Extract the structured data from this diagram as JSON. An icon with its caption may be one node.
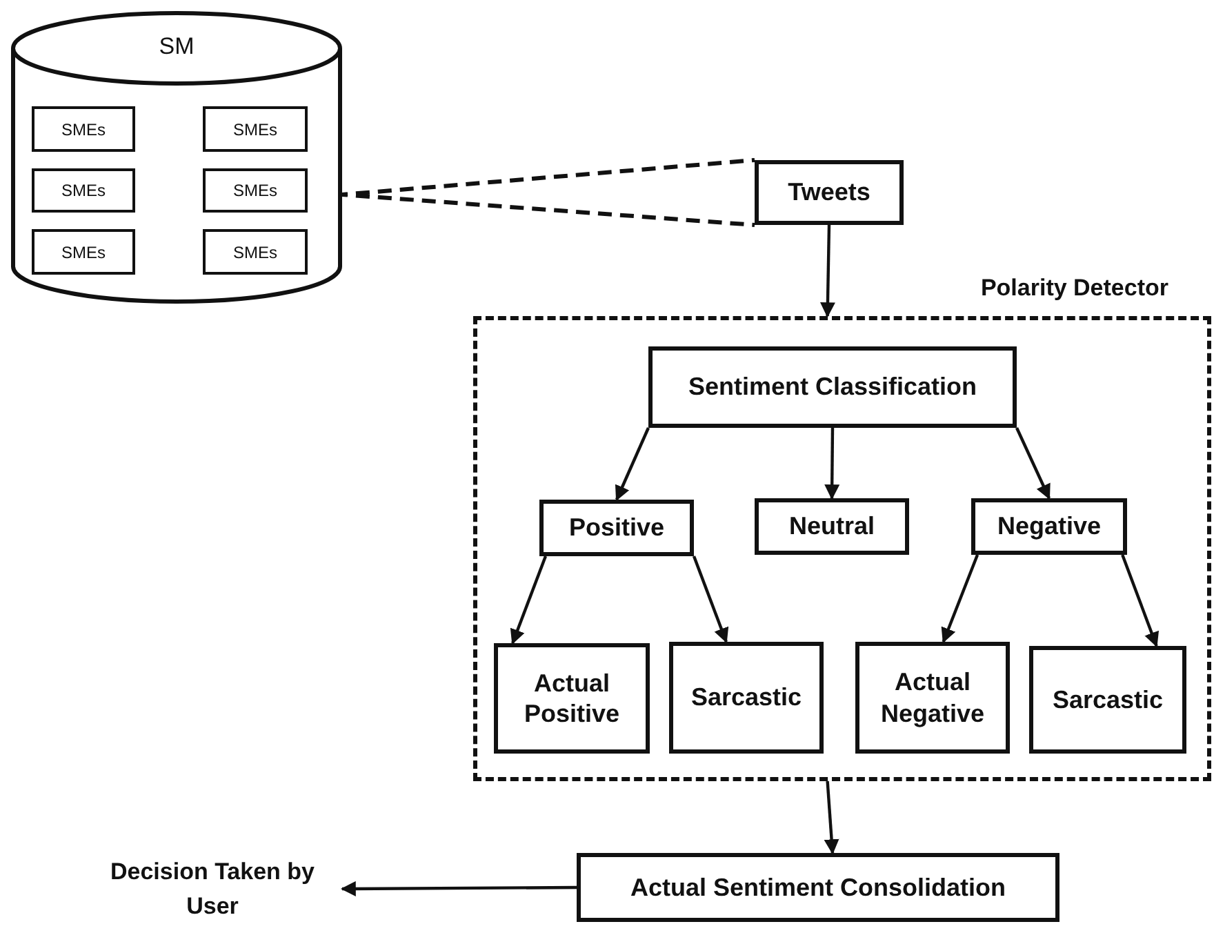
{
  "diagram": {
    "nodes": [
      {
        "text": [
          "SM"
        ]
      },
      {
        "text": [
          "SMEs"
        ],
        "in": 0
      },
      {
        "text": [
          "SMEs"
        ],
        "in": 0
      },
      {
        "text": [
          "SMEs"
        ],
        "in": 0
      },
      {
        "text": [
          "SMEs"
        ],
        "in": 0
      },
      {
        "text": [
          "SMEs"
        ],
        "in": 0
      },
      {
        "text": [
          "SMEs"
        ],
        "in": 0
      },
      {
        "text": [
          "Tweets"
        ]
      },
      {
        "text": [
          "Polarity Detector"
        ]
      },
      {
        "text": [
          "Sentiment Classification"
        ],
        "in": 8
      },
      {
        "text": [
          "Positive"
        ],
        "in": 8
      },
      {
        "text": [
          "Neutral"
        ],
        "in": 8
      },
      {
        "text": [
          "Negative"
        ],
        "in": 8
      },
      {
        "text": [
          "Actual Positive"
        ],
        "in": 8
      },
      {
        "text": [
          "Sarcastic"
        ],
        "in": 8
      },
      {
        "text": [
          "Actual Negative"
        ],
        "in": 8
      },
      {
        "text": [
          "Sarcastic"
        ],
        "in": 8
      },
      {
        "text": [
          "Actual Sentiment Consolidation"
        ]
      },
      {
        "text": [
          "Decision Taken by User"
        ]
      }
    ],
    "edges": [
      {
        "from": 4,
        "to": 7,
        "arrow": "none",
        "style": "dashed"
      },
      {
        "from": 4,
        "to": 7,
        "arrow": "none",
        "style": "dashed"
      },
      {
        "from": 7,
        "to": 8,
        "arrow": "to"
      },
      {
        "from": 9,
        "to": 10,
        "arrow": "to"
      },
      {
        "from": 9,
        "to": 11,
        "arrow": "to"
      },
      {
        "from": 9,
        "to": 12,
        "arrow": "to"
      },
      {
        "from": 10,
        "to": 13,
        "arrow": "to"
      },
      {
        "from": 10,
        "to": 14,
        "arrow": "to"
      },
      {
        "from": 12,
        "to": 15,
        "arrow": "to"
      },
      {
        "from": 12,
        "to": 16,
        "arrow": "to"
      },
      {
        "from": 8,
        "to": 17,
        "arrow": "to"
      },
      {
        "from": 17,
        "to": 18,
        "arrow": "to"
      }
    ]
  }
}
